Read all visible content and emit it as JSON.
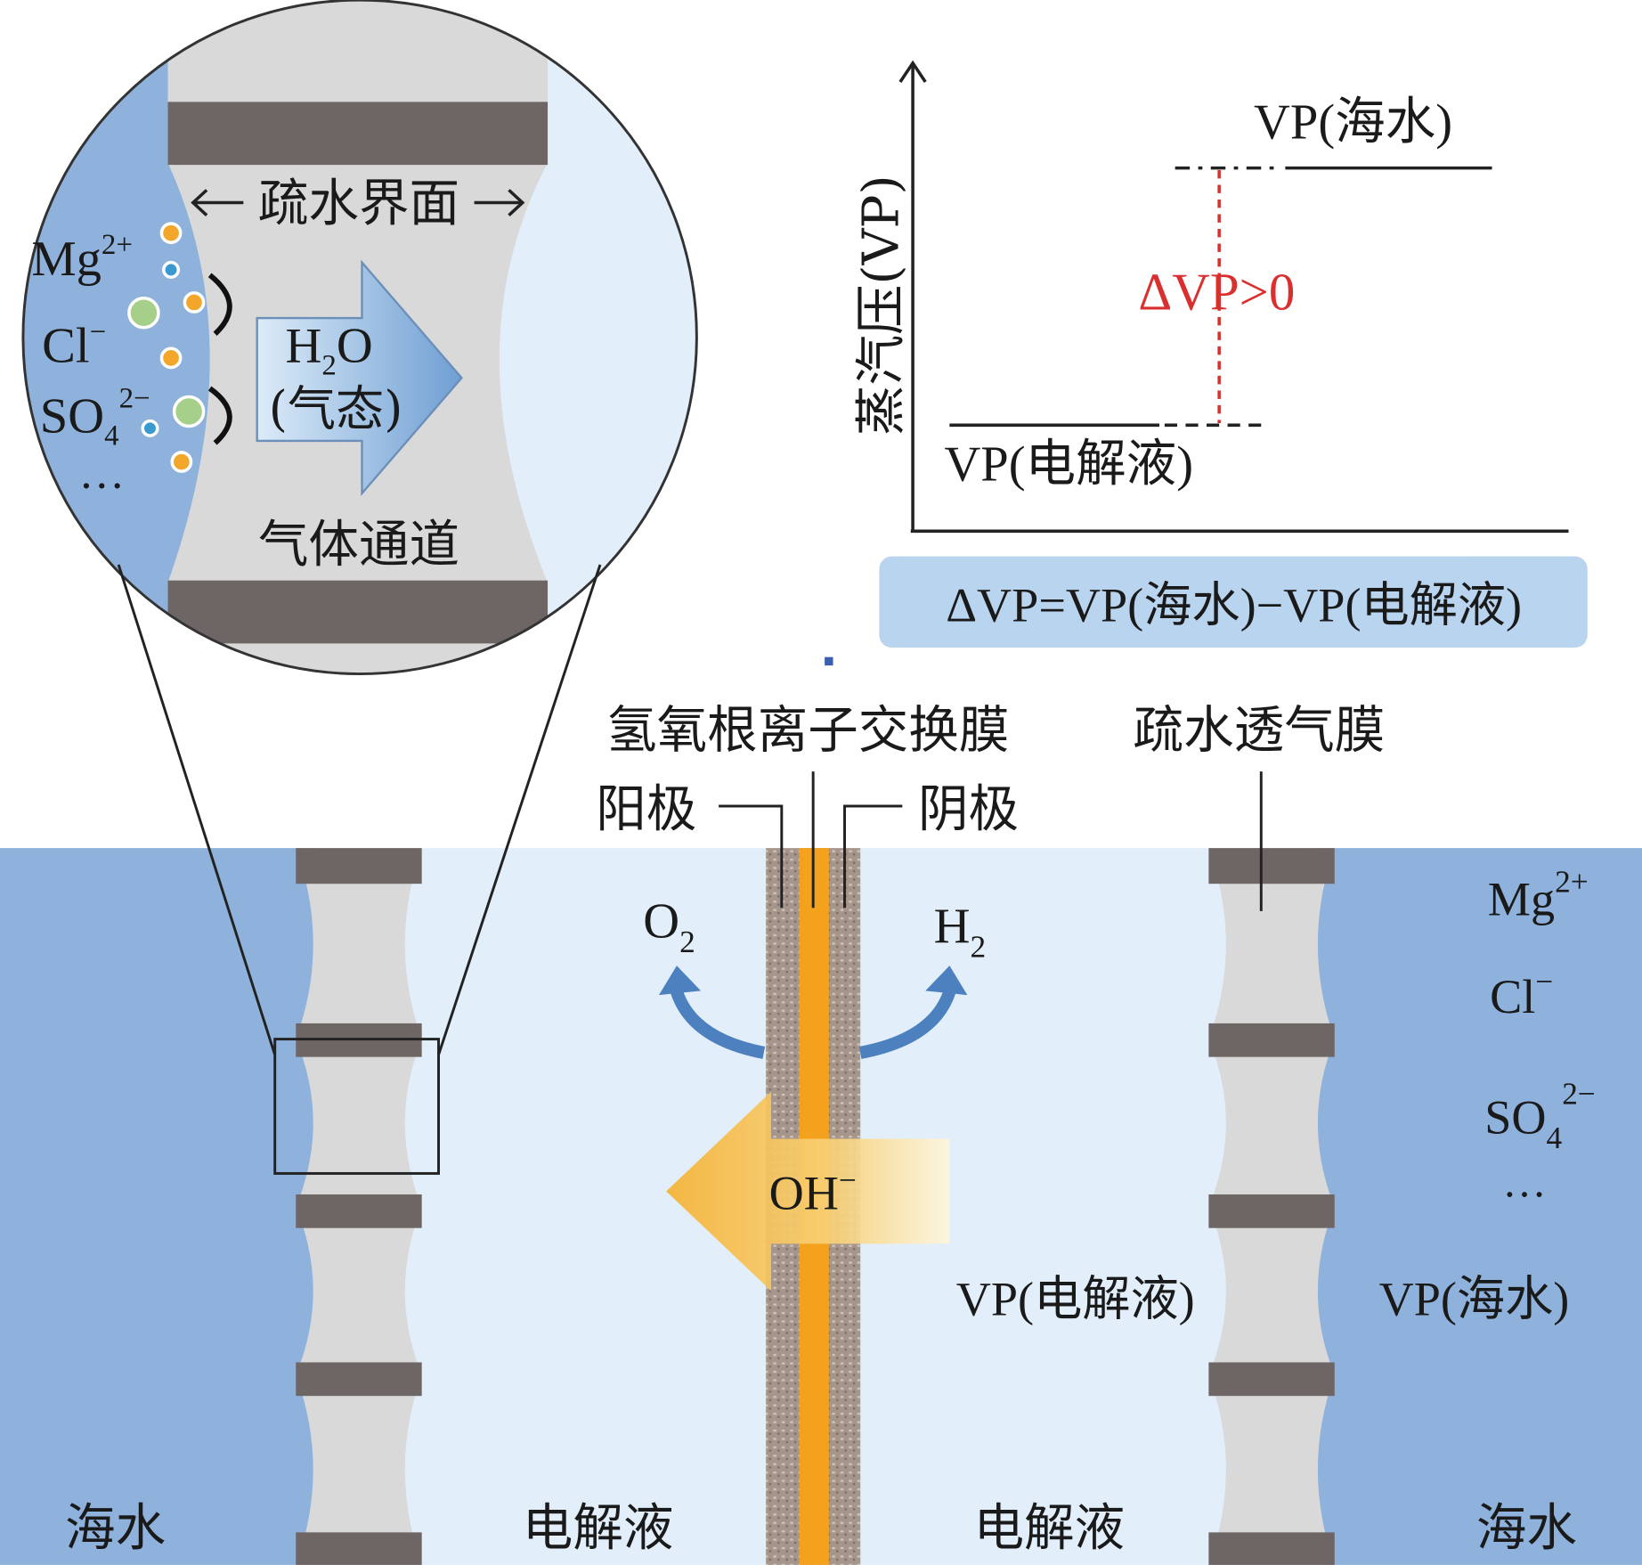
{
  "zoom_inset": {
    "hydrophobic_interface": "疏水界面",
    "ions": {
      "mg": "Mg",
      "mg_charge": "2+",
      "cl": "Cl",
      "cl_charge": "−",
      "so4": "SO",
      "so4_sub": "4",
      "so4_charge": "2−",
      "ellipsis": "…"
    },
    "water_vapor_h": "H",
    "water_vapor_sub": "2",
    "water_vapor_o": "O",
    "water_vapor_state": "(气态)",
    "gas_channel": "气体通道"
  },
  "vp_chart": {
    "y_label": "蒸汽压(VP)",
    "seawater_level": "VP(海水)",
    "electrolyte_level": "VP(电解液)",
    "delta": "ΔVP>0",
    "equation": "ΔVP=VP(海水)−VP(电解液)",
    "delta_color": "#d9302f"
  },
  "cell": {
    "aem_label": "氢氧根离子交换膜",
    "anode_label": "阳极",
    "cathode_label": "阴极",
    "hydrophobic_membrane_label": "疏水透气膜",
    "o2": "O",
    "o2_sub": "2",
    "h2": "H",
    "h2_sub": "2",
    "oh": "OH",
    "oh_charge": "−",
    "vp_electrolyte": "VP(电解液)",
    "vp_seawater": "VP(海水)",
    "right_ions": {
      "mg": "Mg",
      "mg_charge": "2+",
      "cl": "Cl",
      "cl_charge": "−",
      "so4": "SO",
      "so4_sub": "4",
      "so4_charge": "2−",
      "ellipsis": "…"
    },
    "bottom_labels": [
      "海水",
      "电解液",
      "电解液",
      "海水"
    ]
  },
  "colors": {
    "seawater": "#8fb2dc",
    "electrolyte": "#e2effa",
    "membrane": "#d9d9da",
    "bar": "#6d6665",
    "orange": "#f4a21e"
  }
}
